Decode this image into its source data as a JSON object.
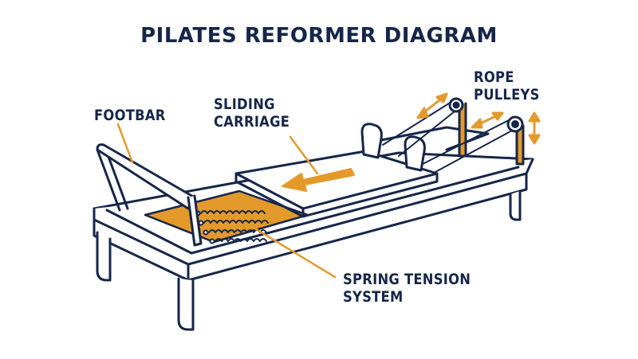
{
  "title": "PILATES REFORMER DIAGRAM",
  "labels": {
    "footbar": "FOOTBAR",
    "sliding_carriage": [
      "SLIDING",
      "CARRIAGE"
    ],
    "rope_pulleys": [
      "ROPE",
      "PULLEYS"
    ],
    "spring_tension": [
      "SPRING TENSION",
      "SYSTEM"
    ]
  },
  "colors": {
    "outline": "#16264a",
    "accent": "#e39a2b",
    "background": "#ffffff"
  }
}
